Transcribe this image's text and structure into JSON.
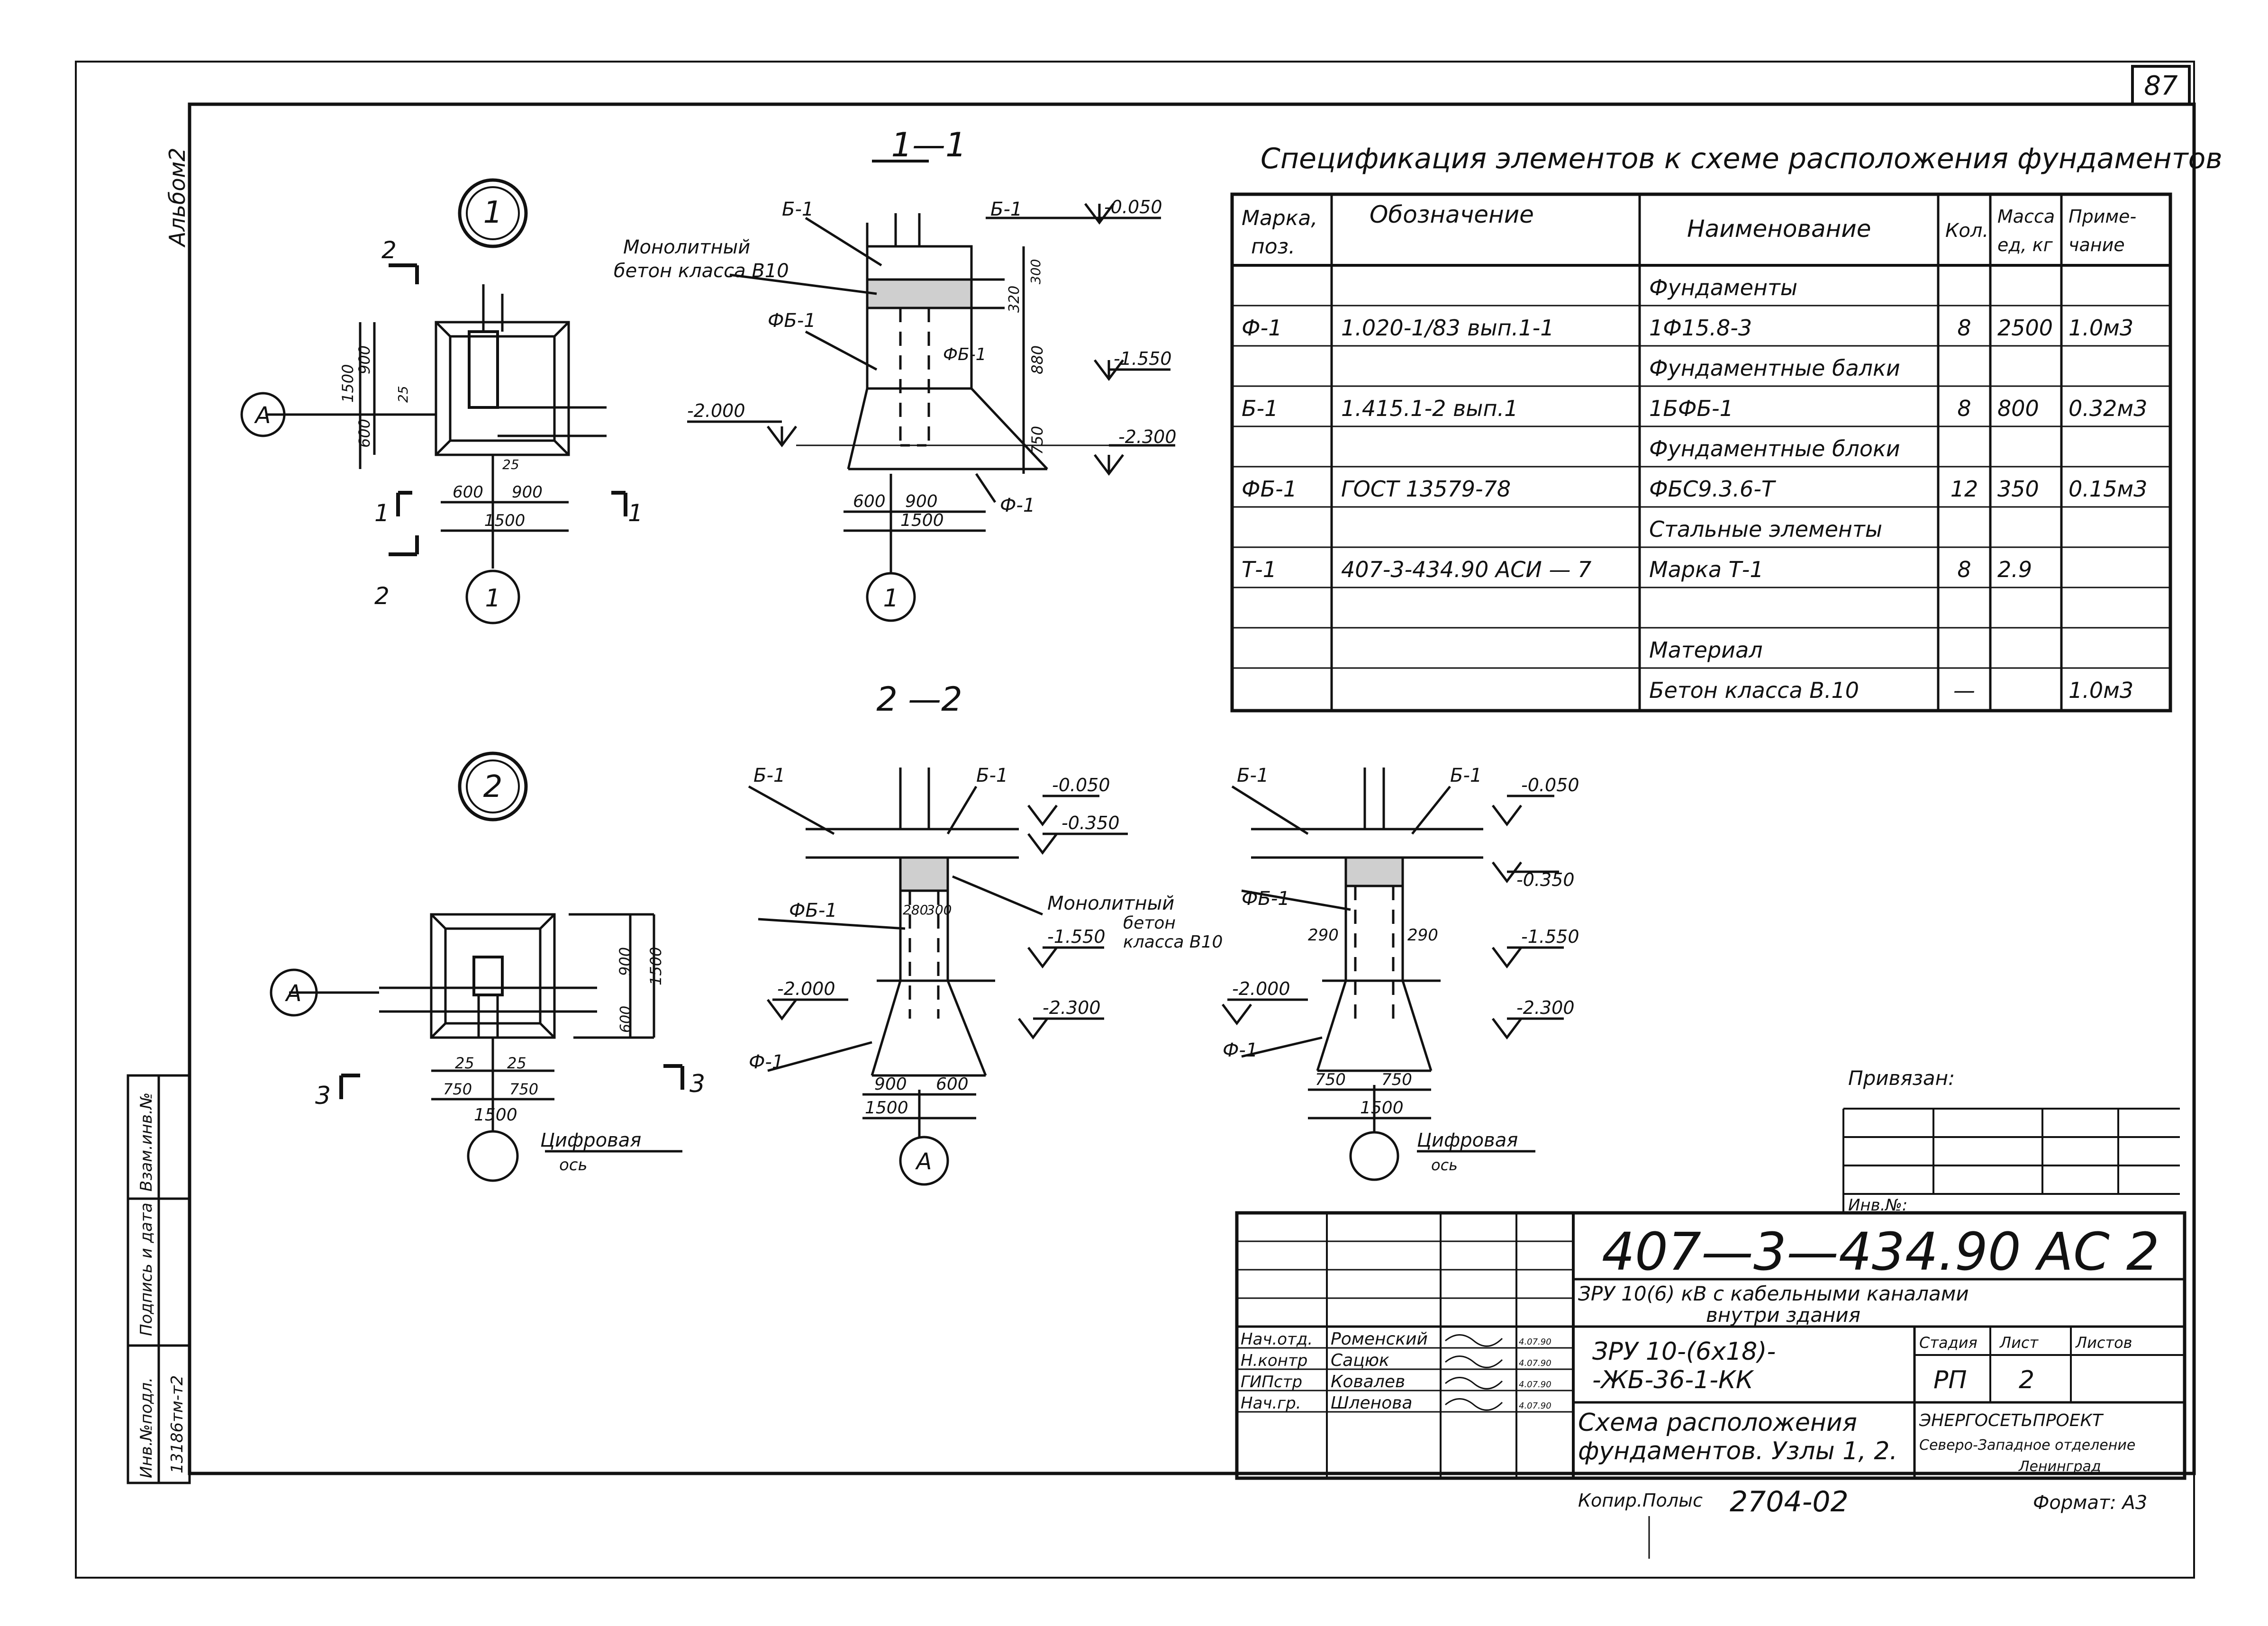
{
  "sheet": {
    "page_number": "87",
    "album_label": "Альбом2"
  },
  "node1": {
    "circle_label": "1",
    "section_11": "1—1",
    "cut_2": "2",
    "cut_1": "1",
    "axis_A": "A",
    "axis_1": "1",
    "dims": {
      "d1500v": "1500",
      "d900v": "900",
      "d600v": "600",
      "d25": "25",
      "d25b": "25",
      "d600": "600",
      "d900": "900",
      "d1500": "1500"
    }
  },
  "section11": {
    "b1_left": "Б-1",
    "b1_right": "Б-1",
    "fb1": "ФБ-1",
    "fb1_inner": "ФБ-1",
    "f1": "Ф-1",
    "monolith": "Монолитный",
    "monolith2": "бетон класса В10",
    "elev_0050": "-0.050",
    "elev_1550": "-1.550",
    "elev_2000": "-2.000",
    "elev_2300": "-2.300",
    "d300": "300",
    "d320": "320",
    "d880": "880",
    "d750": "750",
    "d600": "600",
    "d900": "900",
    "d1500": "1500",
    "axis_1": "1"
  },
  "spec": {
    "title": "Спецификация элементов к схеме расположения фундаментов",
    "headers": [
      "Марка, поз.",
      "Обозначение",
      "Наименование",
      "Кол.",
      "Масса ед, кг",
      "Приме-чание"
    ],
    "rows": [
      [
        "",
        "",
        "Фундаменты",
        "",
        "",
        ""
      ],
      [
        "Ф-1",
        "1.020-1/83  вып.1-1",
        "1Ф15.8-3",
        "8",
        "2500",
        "1.0м3"
      ],
      [
        "",
        "",
        "Фундаментные балки",
        "",
        "",
        ""
      ],
      [
        "Б-1",
        "1.415.1-2   вып.1",
        "1БФБ-1",
        "8",
        "800",
        "0.32м3"
      ],
      [
        "",
        "",
        "Фундаментные блоки",
        "",
        "",
        ""
      ],
      [
        "ФБ-1",
        "ГОСТ 13579-78",
        "ФБС9.3.6-Т",
        "12",
        "350",
        "0.15м3"
      ],
      [
        "",
        "",
        "Стальные элементы",
        "",
        "",
        ""
      ],
      [
        "Т-1",
        "407-3-434.90   АСИ — 7",
        "Марка Т-1",
        "8",
        "2.9",
        ""
      ],
      [
        "",
        "",
        "",
        "",
        "",
        ""
      ],
      [
        "",
        "",
        "Материал",
        "",
        "",
        ""
      ],
      [
        "",
        "",
        "Бетон класса В.10",
        "—",
        "",
        "1.0м3"
      ]
    ]
  },
  "node2": {
    "circle_label": "2",
    "axis_A": "A",
    "cut_3l": "3",
    "cut_3r": "3",
    "digital_axis": "Цифровая",
    "digital_axis2": "ось",
    "dims": {
      "d900v": "900",
      "d1500v": "1500",
      "d600v": "600",
      "d25a": "25",
      "d25b": "25",
      "d750a": "750",
      "d750b": "750",
      "d1500": "1500"
    }
  },
  "section22": {
    "title": "2 —2",
    "b1_left": "Б-1",
    "b1_right": "Б-1",
    "fb1": "ФБ-1",
    "f1": "Ф-1",
    "monolith": "Монолитный",
    "monolith2": "бетон",
    "monolith3": "класса В10",
    "elev_0050": "-0.050",
    "elev_0350": "-0.350",
    "elev_1550": "-1.550",
    "elev_2000": "-2.000",
    "elev_2300": "-2.300",
    "d280": "280",
    "d300": "300",
    "d900": "900",
    "d600": "600",
    "d1500": "1500",
    "axis_A": "A"
  },
  "section3": {
    "b1_left": "Б-1",
    "b1_right": "Б-1",
    "fb1": "ФБ-1",
    "f1": "Ф-1",
    "elev_0050": "-0.050",
    "elev_0350": "-0.350",
    "elev_1550": "-1.550",
    "elev_2000": "-2.000",
    "elev_2300": "-2.300",
    "d290a": "290",
    "d290b": "290",
    "d750a": "750",
    "d750b": "750",
    "d1500": "1500",
    "digital_axis": "Цифровая",
    "digital_axis2": "ось"
  },
  "privyazan": {
    "label": "Привязан:",
    "inv": "Инв.№:"
  },
  "left_stamp": {
    "c1": "Инв.№подл.",
    "c2": "Подпись и дата",
    "c3": "Взам.инв.№",
    "c4": "13186тм-т2"
  },
  "title_block": {
    "code": "407—3—434.90  АС 2",
    "project": "ЗРУ 10(6) кВ  с кабельными  каналами",
    "project2": "внутри здания",
    "sheet_name": "ЗРУ 10-(6х18)-",
    "sheet_name2": "-ЖБ-36-1-КК",
    "drawing": "Схема расположения",
    "drawing2": "фундаментов. Узлы 1, 2.",
    "stage_h": "Стадия",
    "sheet_h": "Лист",
    "sheets_h": "Листов",
    "stage": "РП",
    "sheet_no": "2",
    "org": "ЭНЕРГОСЕТЬПРОЕКТ",
    "org2": "Северо-Западное отделение",
    "org3": "Ленинград",
    "people": [
      [
        "Нач.отд.",
        "Роменский",
        "",
        "4.07.90"
      ],
      [
        "Н.контр",
        "Сацюк",
        "",
        "4.07.90"
      ],
      [
        "ГИПстр",
        "Ковалев",
        "",
        "4.07.90"
      ],
      [
        "Нач.гр.",
        "Шленова",
        "",
        "4.07.90"
      ]
    ],
    "copied": "Копир.Полыс",
    "order": "2704-02",
    "format": "Формат: А3"
  }
}
